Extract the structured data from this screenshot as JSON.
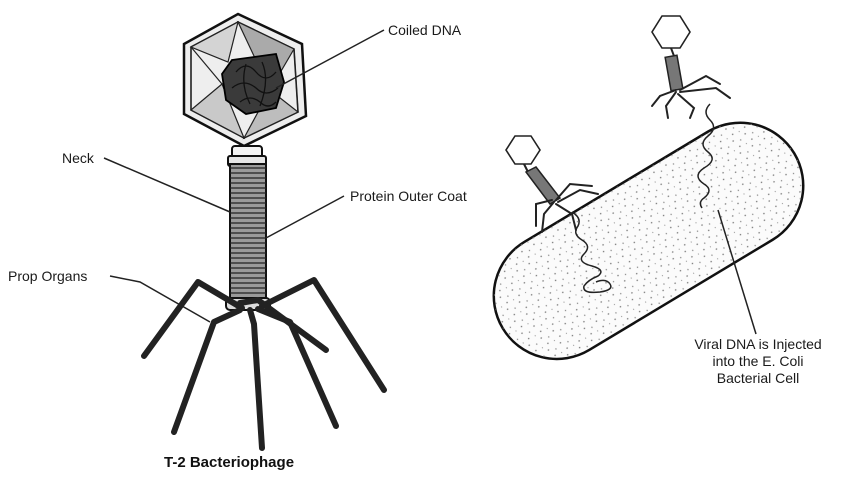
{
  "labels": {
    "coiled_dna": "Coiled DNA",
    "neck": "Neck",
    "protein_outer_coat": "Protein Outer Coat",
    "prop_organs": "Prop Organs",
    "injection_line1": "Viral DNA is Injected",
    "injection_line2": "into the E. Coli",
    "injection_line3": "Bacterial Cell"
  },
  "caption": "T-2 Bacteriophage"
}
